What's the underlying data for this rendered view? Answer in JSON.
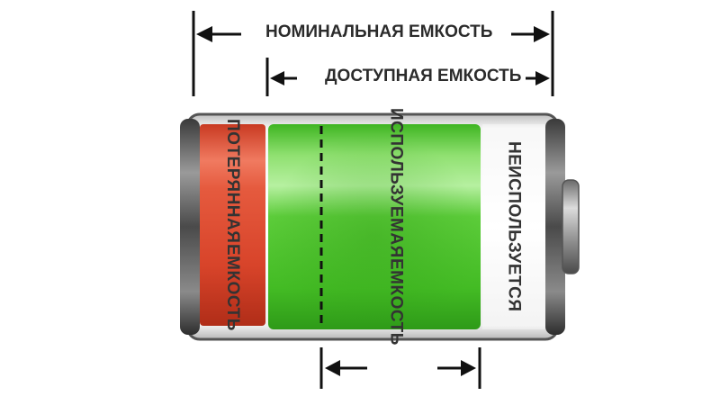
{
  "labels": {
    "nominal_capacity": "НОМИНАЛЬНАЯ ЕМКОСТЬ",
    "available_capacity": "ДОСТУПНАЯ ЕМКОСТЬ",
    "lost_capacity_line1": "ПОТЕРЯННАЯ",
    "lost_capacity_line2": "ЕМКОСТЬ",
    "used_capacity_line1": "ИСПОЛЬЗУЕМАЯ",
    "used_capacity_line2": "ЕМКОСТЬ",
    "unused_line1": "НЕ",
    "unused_line2": "ИСПОЛЬЗУЕТСЯ"
  },
  "colors": {
    "lost_segment": "#e0452b",
    "used_segment": "#4cc92a",
    "arrow": "#111111",
    "text": "#333333"
  }
}
